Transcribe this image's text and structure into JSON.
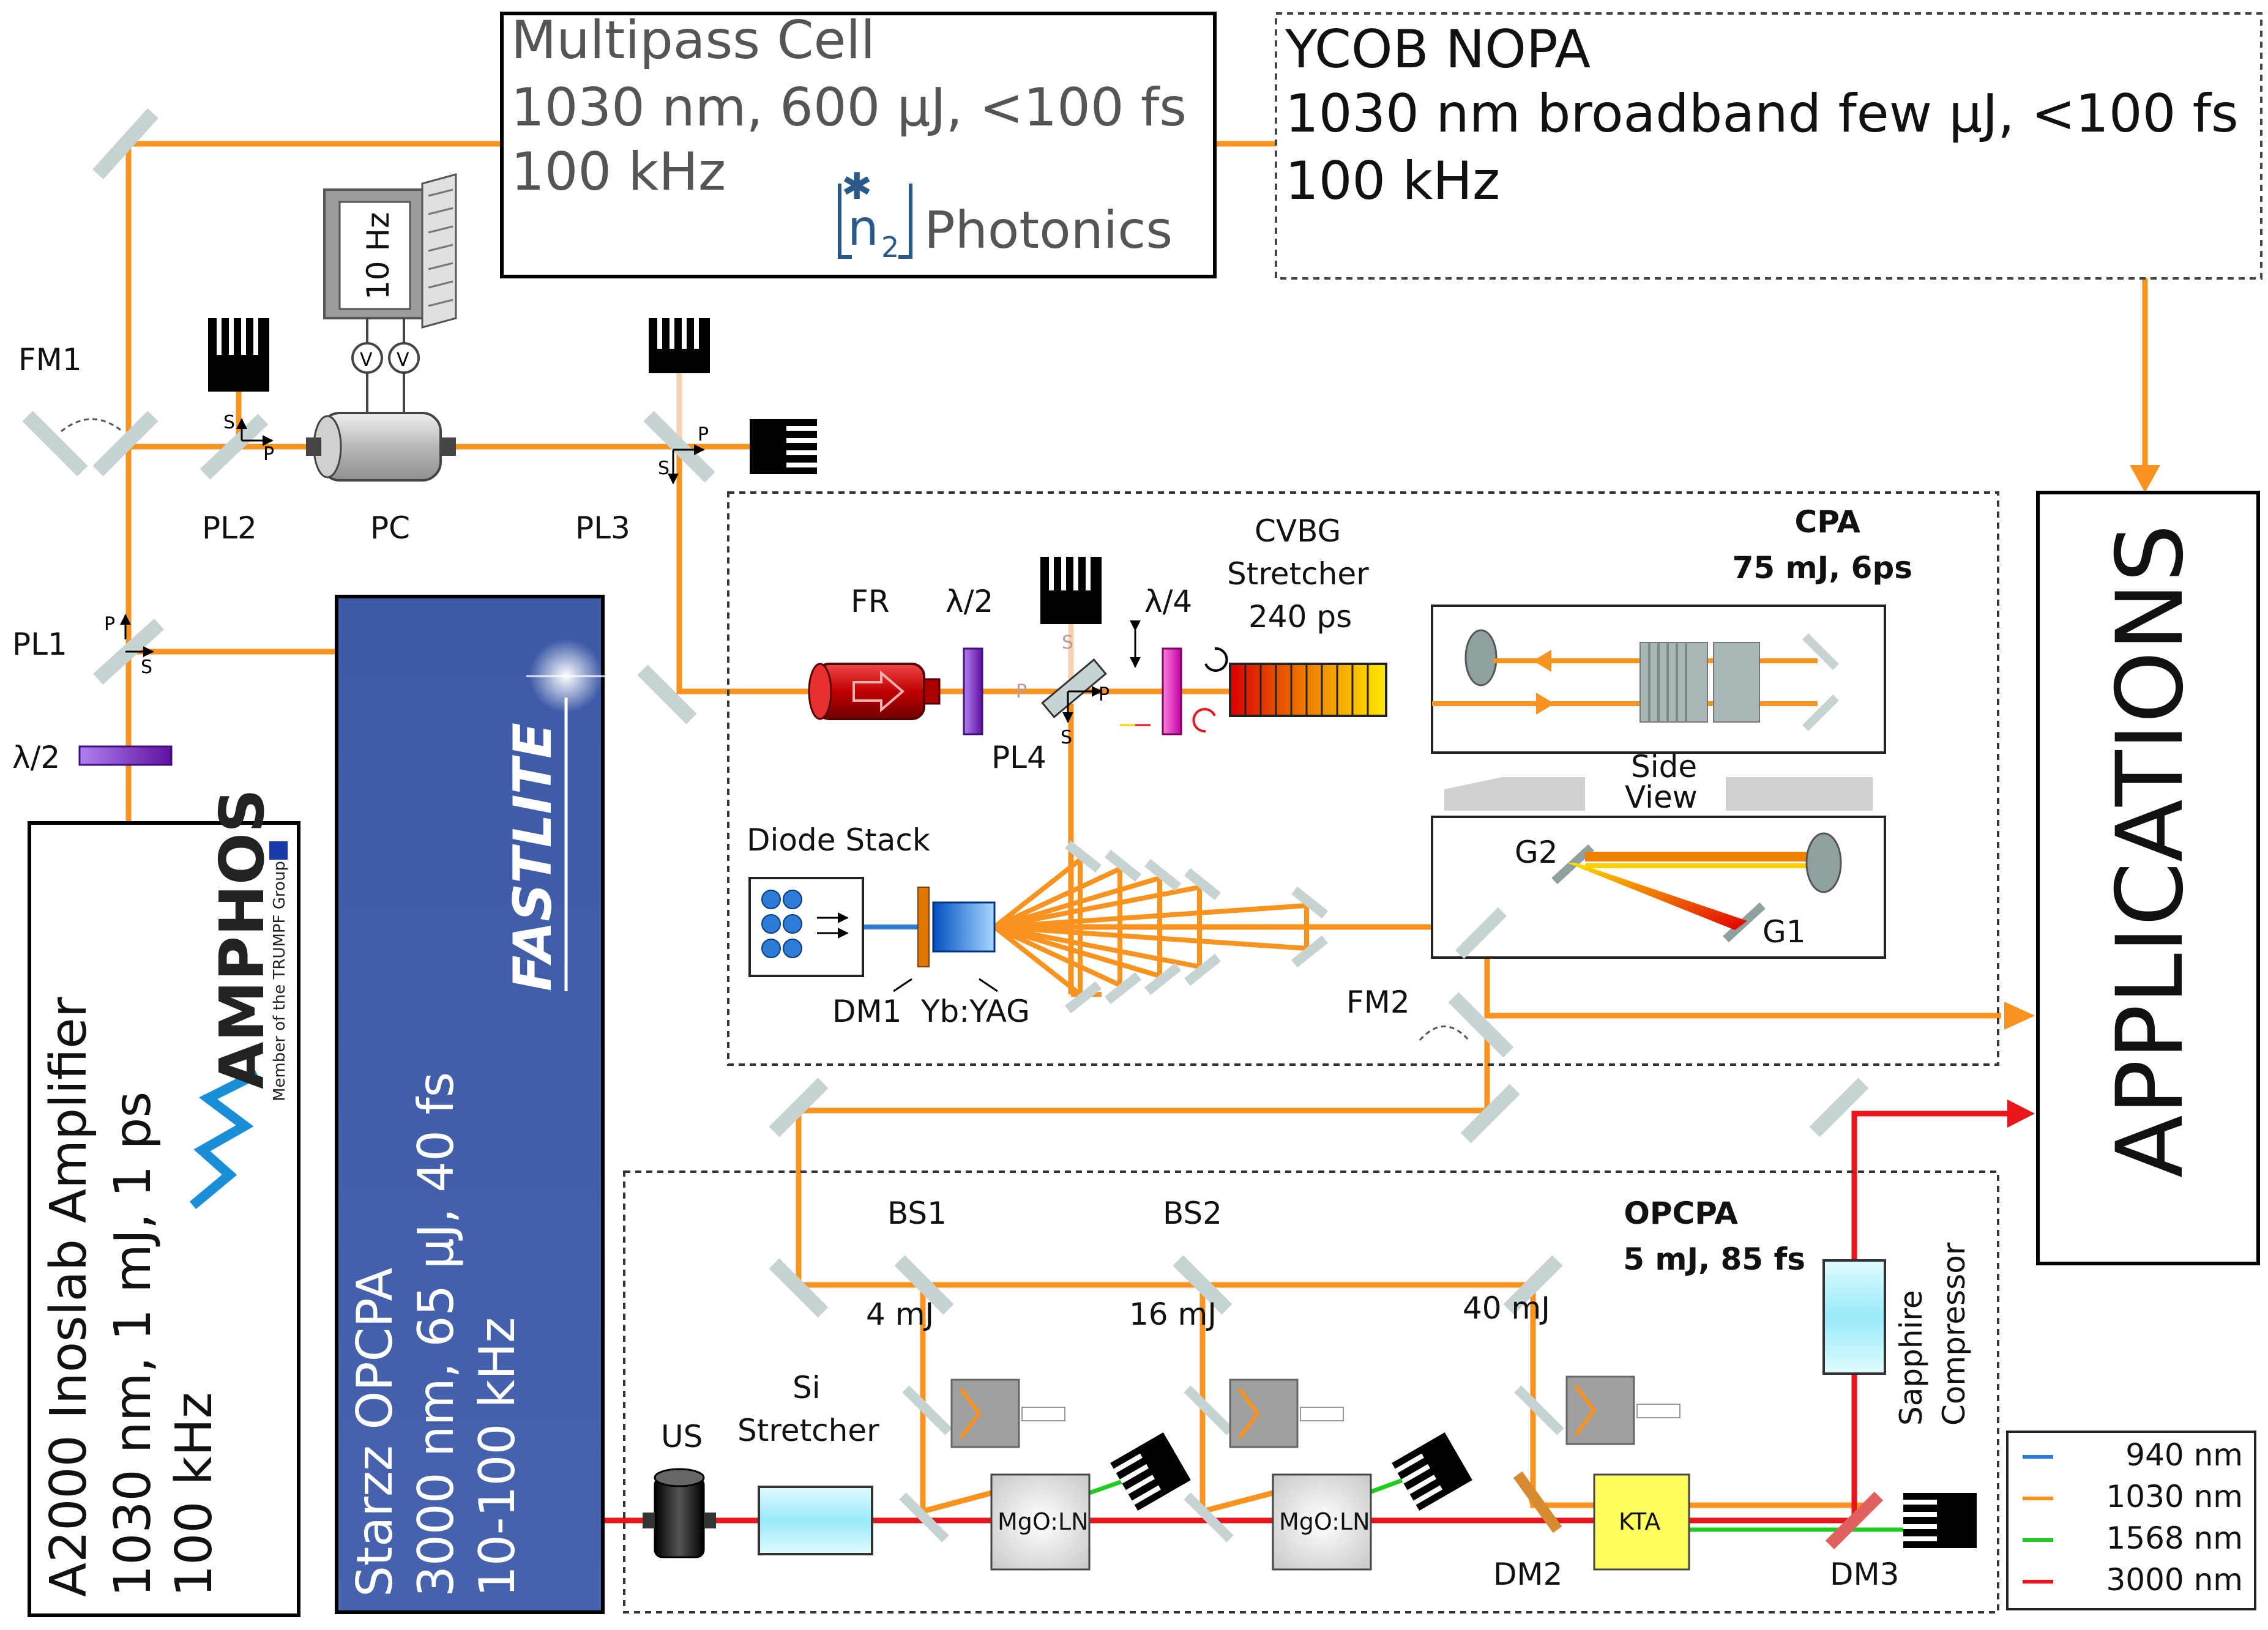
{
  "colors": {
    "beam_1030": "#f7931e",
    "beam_3000": "#e8161b",
    "beam_1568": "#1fcc1f",
    "beam_940": "#2c7bd6",
    "mirror": "#c7d3d3",
    "starzz_box": "#4460a8",
    "amphos_blue": "#1a8fd8"
  },
  "multipass": {
    "line1": "Multipass Cell",
    "line2": "1030 nm, 600 µJ, <100 fs",
    "line3": "100 kHz",
    "logo_symbol": "n",
    "logo_sub": "2",
    "logo_text": "Photonics"
  },
  "ycob": {
    "line1": "YCOB NOPA",
    "line2": "1030 nm broadband few µJ, <100 fs",
    "line3": "100 kHz"
  },
  "applications": "APPLICATIONS",
  "amphos": {
    "line1": "A2000 Inoslab Amplifier",
    "line2": "1030 nm, 1 mJ, 1 ps",
    "line3": "100 kHz",
    "logo": "AMPHOS",
    "tagline": "Member of the TRUMPF Group"
  },
  "starzz": {
    "line1": "Starzz OPCPA",
    "line2": "3000 nm, 65 µJ, 40 fs",
    "line3": "10-100 kHz",
    "logo": "FASTLITE"
  },
  "cpa": {
    "title": "CPA",
    "spec": "75 mJ, 6ps",
    "fr": "FR",
    "half_wave": "λ/2",
    "quarter_wave": "λ/4",
    "cvbg_1": "CVBG",
    "cvbg_2": "Stretcher",
    "cvbg_3": "240 ps",
    "pl4": "PL4",
    "diode_stack": "Diode Stack",
    "dm1": "DM1",
    "yag": "Yb:YAG",
    "g1": "G1",
    "g2": "G2",
    "side_view_1": "Side",
    "side_view_2": "View",
    "fm2": "FM2"
  },
  "upper": {
    "fm1": "FM1",
    "pl2": "PL2",
    "pc": "PC",
    "pl3": "PL3",
    "pl1": "PL1",
    "half_wave": "λ/2",
    "hz": "10 Hz",
    "v": "V",
    "pol_s": "S",
    "pol_p": "P"
  },
  "opcpa": {
    "title": "OPCPA",
    "spec": "5 mJ, 85 fs",
    "bs1": "BS1",
    "bs2": "BS2",
    "e1": "4 mJ",
    "e2": "16 mJ",
    "e3": "40 mJ",
    "us": "US",
    "si_1": "Si",
    "si_2": "Stretcher",
    "crystal1": "MgO:LN",
    "crystal2": "MgO:LN",
    "kta": "KTA",
    "dm2": "DM2",
    "dm3": "DM3",
    "sapphire_1": "Sapphire",
    "sapphire_2": "Compressor"
  },
  "legend": [
    {
      "label": "940 nm",
      "color": "#2c7bd6"
    },
    {
      "label": "1030 nm",
      "color": "#f7931e"
    },
    {
      "label": "1568 nm",
      "color": "#1fcc1f"
    },
    {
      "label": "3000 nm",
      "color": "#e8161b"
    }
  ]
}
